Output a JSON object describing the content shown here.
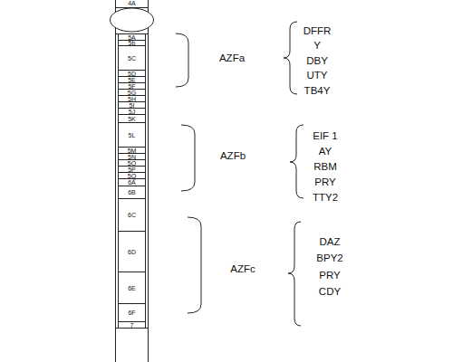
{
  "diagram": {
    "nodes": [
      {
        "text": [
          "4A"
        ]
      },
      {
        "text": [
          "5A"
        ]
      },
      {
        "text": [
          "5b"
        ]
      },
      {
        "text": [
          "5C"
        ]
      },
      {
        "text": [
          "5D"
        ]
      },
      {
        "text": [
          "5E"
        ]
      },
      {
        "text": [
          "5F"
        ]
      },
      {
        "text": [
          "5G"
        ]
      },
      {
        "text": [
          "5H"
        ]
      },
      {
        "text": [
          "5I"
        ]
      },
      {
        "text": [
          "5J"
        ]
      },
      {
        "text": [
          "5K"
        ]
      },
      {
        "text": [
          "5L"
        ]
      },
      {
        "text": [
          "5M"
        ]
      },
      {
        "text": [
          "5N"
        ]
      },
      {
        "text": [
          "5O"
        ]
      },
      {
        "text": [
          "5P"
        ]
      },
      {
        "text": [
          "5Q"
        ]
      },
      {
        "text": [
          "6A"
        ]
      },
      {
        "text": [
          "6B"
        ]
      },
      {
        "text": [
          "6C"
        ]
      },
      {
        "text": [
          "6D"
        ]
      },
      {
        "text": [
          "6E"
        ]
      },
      {
        "text": [
          "6F"
        ]
      },
      {
        "text": [
          "7"
        ]
      }
    ],
    "labels": [
      "AZFa",
      "DFFR",
      "Y",
      "DBY",
      "UTY",
      "TB4Y",
      "AZFb",
      "EIF 1",
      "AY",
      "RBM",
      "PRY",
      "TTY2",
      "AZFc",
      "DAZ",
      "BPY2",
      "PRY",
      "CDY"
    ]
  }
}
